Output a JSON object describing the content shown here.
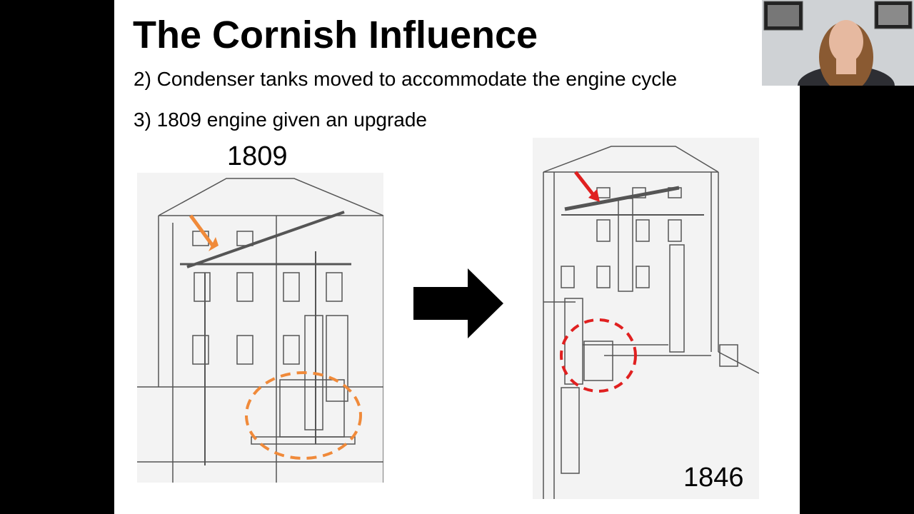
{
  "slide": {
    "title": "The Cornish Influence",
    "bullets": [
      "2) Condenser tanks moved to accommodate the engine cycle",
      "3) 1809 engine given an upgrade"
    ],
    "diagram_left": {
      "year": "1809",
      "marker_color": "#f08a3a"
    },
    "diagram_right": {
      "year": "1846",
      "marker_color": "#e02020"
    }
  },
  "icons": [
    "right-arrow-icon"
  ]
}
